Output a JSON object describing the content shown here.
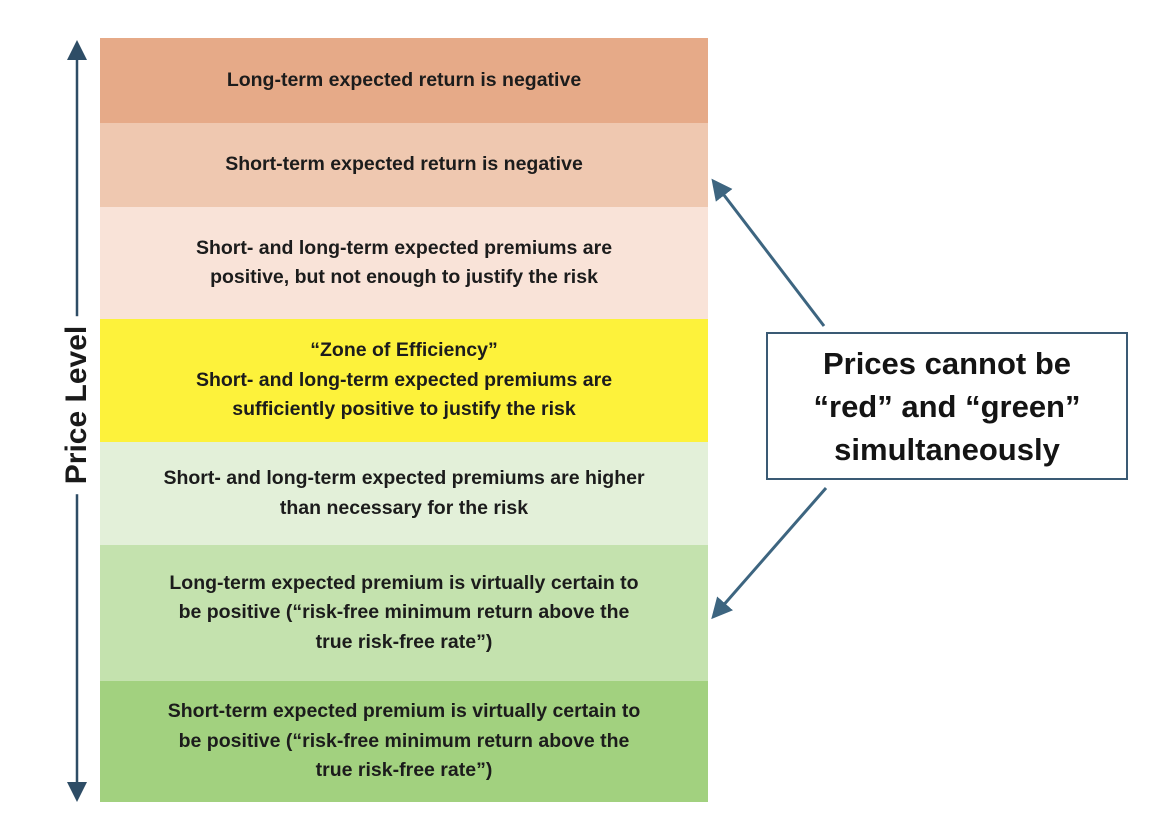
{
  "axis": {
    "label": "Price Level",
    "color": "#2e4d66"
  },
  "bands": [
    {
      "lines": [
        "Long-term expected return is negative"
      ],
      "color": "#e6aa88"
    },
    {
      "lines": [
        "Short-term expected return is negative"
      ],
      "color": "#efc8b0"
    },
    {
      "lines": [
        "Short- and long-term expected premiums are",
        "positive, but not enough to justify the risk"
      ],
      "color": "#f9e3d8"
    },
    {
      "lines": [
        "“Zone of Efficiency”",
        "Short- and long-term expected premiums are",
        "sufficiently positive to justify the risk"
      ],
      "color": "#fdf23b"
    },
    {
      "lines": [
        "Short- and long-term expected premiums are higher",
        "than necessary for the risk"
      ],
      "color": "#e3f0d9"
    },
    {
      "lines": [
        "Long-term expected premium is virtually certain to",
        "be positive (“risk-free minimum return above the",
        "true risk-free rate”)"
      ],
      "color": "#c4e2ae"
    },
    {
      "lines": [
        "Short-term expected premium is virtually certain to",
        "be positive (“risk-free minimum return above the",
        "true risk-free rate”)"
      ],
      "color": "#a2d17f"
    }
  ],
  "callout": {
    "lines": [
      "Prices cannot be",
      "“red” and “green”",
      "simultaneously"
    ],
    "border_color": "#3a5a74",
    "arrow_color": "#3d6580"
  }
}
